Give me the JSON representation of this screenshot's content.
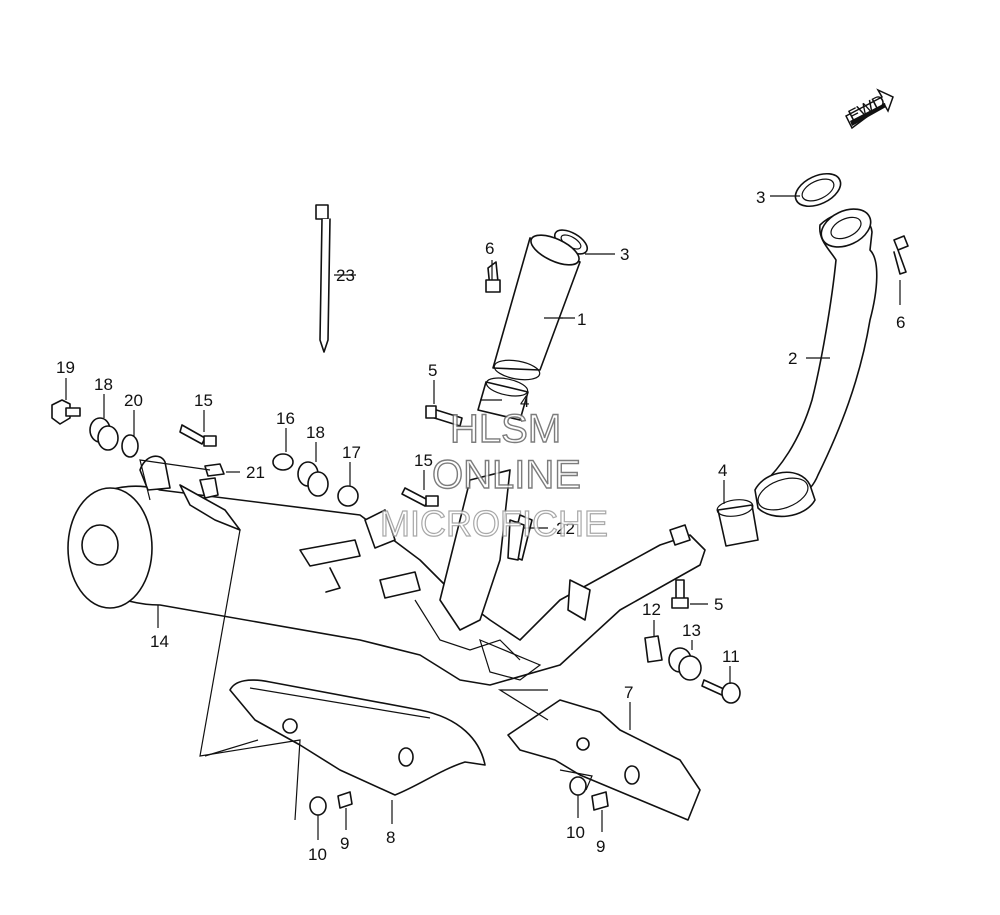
{
  "fwd_label": "FWD",
  "watermark": {
    "line1": "HLSM",
    "line2": "ONLINE",
    "line3": "MICROFICHE"
  },
  "callouts": {
    "c1": "1",
    "c2": "2",
    "c3a": "3",
    "c3b": "3",
    "c4a": "4",
    "c4b": "4",
    "c5a": "5",
    "c5b": "5",
    "c6a": "6",
    "c6b": "6",
    "c7": "7",
    "c8": "8",
    "c9a": "9",
    "c9b": "9",
    "c10a": "10",
    "c10b": "10",
    "c11": "11",
    "c12": "12",
    "c13": "13",
    "c14": "14",
    "c15a": "15",
    "c15b": "15",
    "c16": "16",
    "c17": "17",
    "c18a": "18",
    "c18b": "18",
    "c19": "19",
    "c20": "20",
    "c21": "21",
    "c22": "22",
    "c23": "23"
  }
}
